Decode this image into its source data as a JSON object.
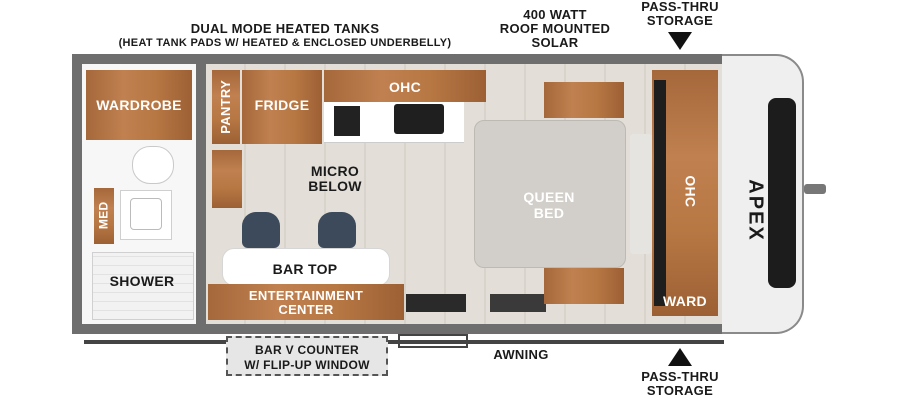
{
  "labels": {
    "tanks_title": "DUAL MODE HEATED TANKS",
    "tanks_sub": "(HEAT TANK PADS W/ HEATED & ENCLOSED UNDERBELLY)",
    "solar_1": "400 WATT",
    "solar_2": "ROOF MOUNTED",
    "solar_3": "SOLAR",
    "passthru_top_1": "PASS-THRU",
    "passthru_top_2": "STORAGE",
    "passthru_bottom_1": "PASS-THRU",
    "passthru_bottom_2": "STORAGE",
    "wardrobe": "WARDROBE",
    "pantry": "PANTRY",
    "fridge": "FRIDGE",
    "ohc_kitchen": "OHC",
    "micro_1": "MICRO",
    "micro_2": "BELOW",
    "queen_1": "QUEEN",
    "queen_2": "BED",
    "ohc_front": "OHC",
    "brand": "APEX",
    "med": "MED",
    "shower": "SHOWER",
    "bar_top": "BAR TOP",
    "entertainment_1": "ENTERTAINMENT",
    "entertainment_2": "CENTER",
    "ward": "WARD",
    "bar_counter_1": "BAR V COUNTER",
    "bar_counter_2": "W/ FLIP-UP WINDOW",
    "awning": "AWNING"
  },
  "colors": {
    "wall": "#6e6e6e",
    "wood": "#b87844",
    "bed": "#d2cfca",
    "counter_white": "#ffffff",
    "chair": "#3d4a5c",
    "floor": "#e0dcd5"
  }
}
